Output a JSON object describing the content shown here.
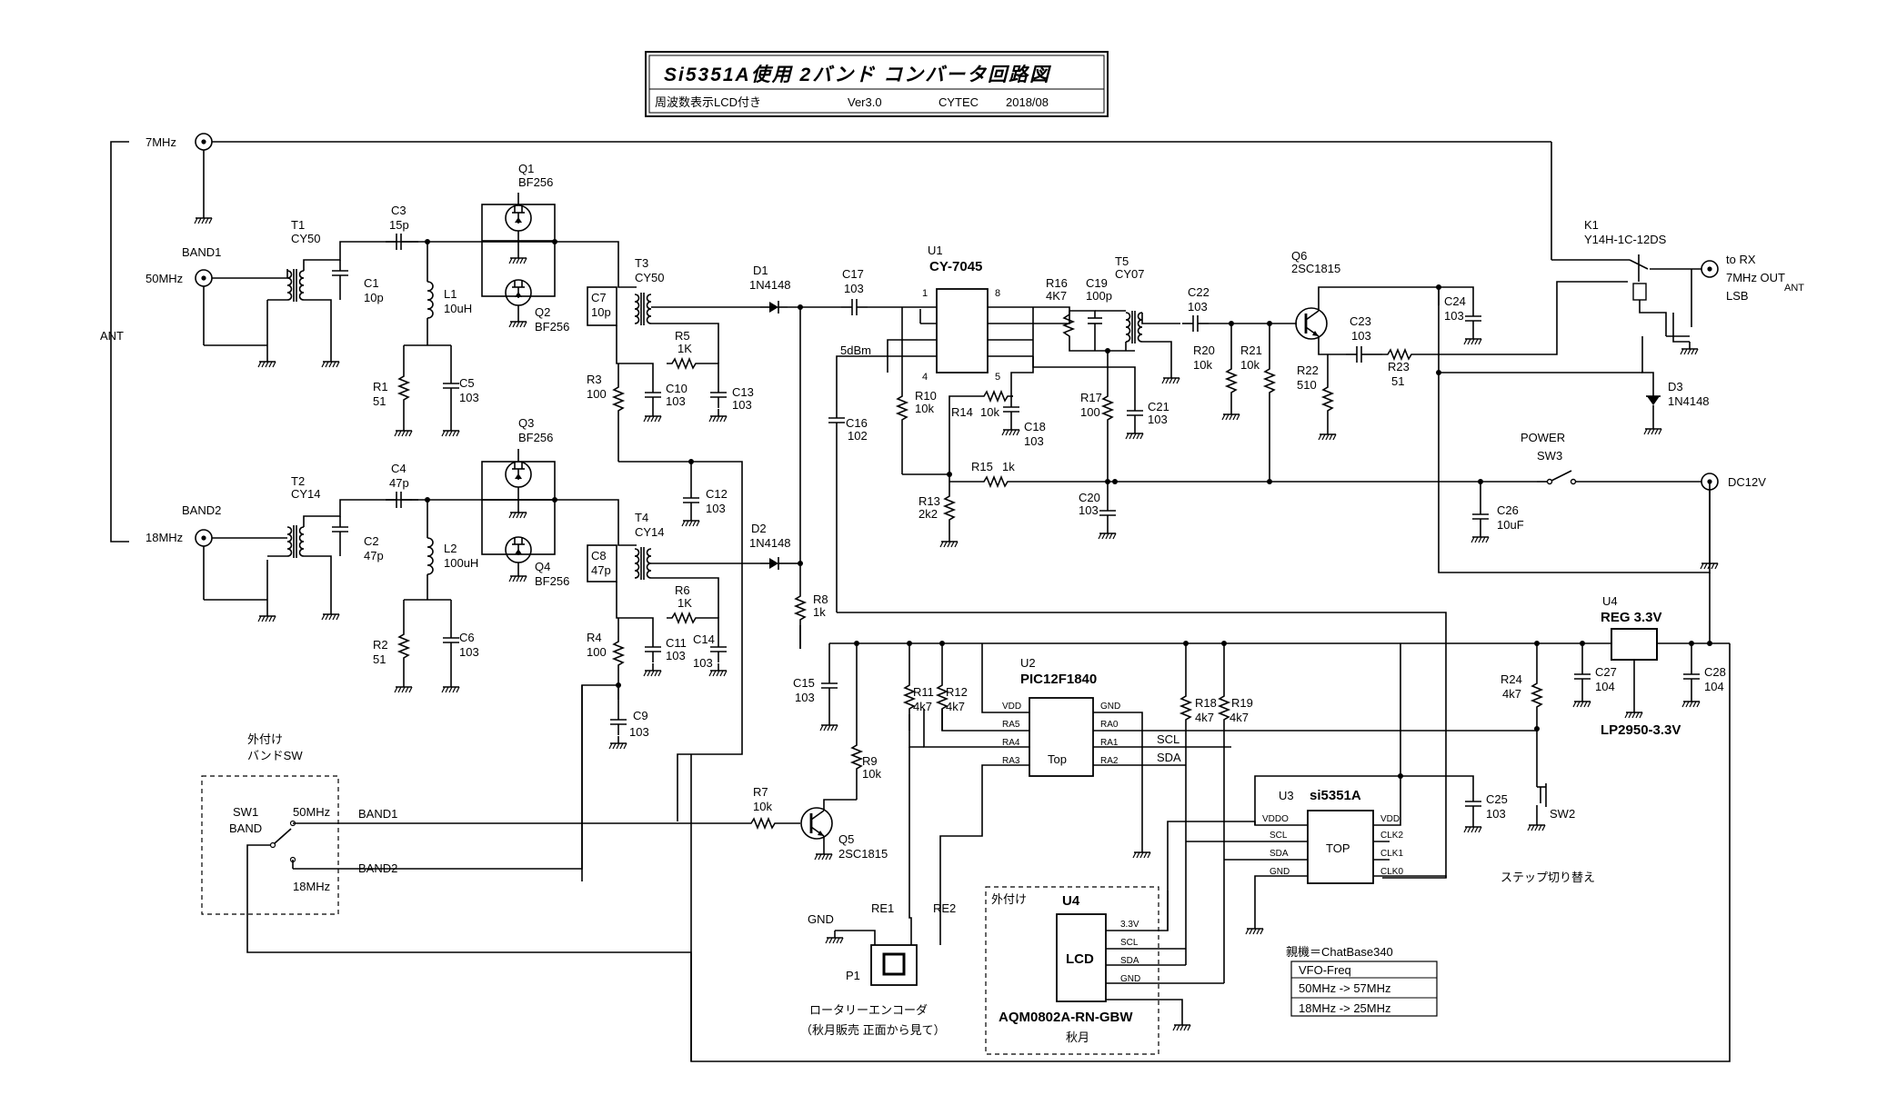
{
  "title_block": {
    "title": "Si5351A使用 2バンド コンバータ回路図",
    "subtitle": "周波数表示LCD付き",
    "version": "Ver3.0",
    "company": "CYTEC",
    "date": "2018/08"
  },
  "connectors": {
    "ant_label": "ANT",
    "p_7mhz": "7MHz",
    "p_50mhz": "50MHz",
    "p_18mhz": "18MHz",
    "band1": "BAND1",
    "band2": "BAND2",
    "to_rx": "to RX",
    "out_7mhz": "7MHz OUT",
    "lsb": "LSB",
    "ant_small": "ANT",
    "dc12v": "DC12V",
    "gnd": "GND",
    "level_5dbm": "5dBm"
  },
  "components": {
    "T1": [
      "T1",
      "CY50"
    ],
    "T2": [
      "T2",
      "CY14"
    ],
    "T3": [
      "T3",
      "CY50"
    ],
    "T4": [
      "T4",
      "CY14"
    ],
    "T5": [
      "T5",
      "CY07"
    ],
    "Q1": [
      "Q1",
      "BF256"
    ],
    "Q2": [
      "Q2",
      "BF256"
    ],
    "Q3": [
      "Q3",
      "BF256"
    ],
    "Q4": [
      "Q4",
      "BF256"
    ],
    "Q5": [
      "Q5",
      "2SC1815"
    ],
    "Q6": [
      "Q6",
      "2SC1815"
    ],
    "C1": [
      "C1",
      "10p"
    ],
    "C2": [
      "C2",
      "47p"
    ],
    "C3": [
      "C3",
      "15p"
    ],
    "C4": [
      "C4",
      "47p"
    ],
    "C5": [
      "C5",
      "103"
    ],
    "C6": [
      "C6",
      "103"
    ],
    "C7": [
      "C7",
      "10p"
    ],
    "C8": [
      "C8",
      "47p"
    ],
    "C9": [
      "C9",
      "103"
    ],
    "C10": [
      "C10",
      "103"
    ],
    "C11": [
      "C11",
      "103"
    ],
    "C12": [
      "C12",
      "103"
    ],
    "C13": [
      "C13",
      "103"
    ],
    "C14": [
      "C14",
      "103"
    ],
    "C15": [
      "C15",
      "103"
    ],
    "C16": [
      "C16",
      "102"
    ],
    "C17": [
      "C17",
      "103"
    ],
    "C18": [
      "C18",
      "103"
    ],
    "C19": [
      "C19",
      "100p"
    ],
    "C20": [
      "C20",
      "103"
    ],
    "C21": [
      "C21",
      "103"
    ],
    "C22": [
      "C22",
      "103"
    ],
    "C23": [
      "C23",
      "103"
    ],
    "C24": [
      "C24",
      "103"
    ],
    "C25": [
      "C25",
      "103"
    ],
    "C26": [
      "C26",
      "10uF"
    ],
    "C27": [
      "C27",
      "104"
    ],
    "C28": [
      "C28",
      "104"
    ],
    "L1": [
      "L1",
      "10uH"
    ],
    "L2": [
      "L2",
      "100uH"
    ],
    "R1": [
      "R1",
      "51"
    ],
    "R2": [
      "R2",
      "51"
    ],
    "R3": [
      "R3",
      "100"
    ],
    "R4": [
      "R4",
      "100"
    ],
    "R5": [
      "R5",
      "1K"
    ],
    "R6": [
      "R6",
      "1K"
    ],
    "R7": [
      "R7",
      "10k"
    ],
    "R8": [
      "R8",
      "1k"
    ],
    "R9": [
      "R9",
      "10k"
    ],
    "R10": [
      "R10",
      "10k"
    ],
    "R11": [
      "R11",
      "4k7"
    ],
    "R12": [
      "R12",
      "4k7"
    ],
    "R13": [
      "R13",
      "2k2"
    ],
    "R14": [
      "R14",
      "10k"
    ],
    "R15": [
      "R15",
      "1k"
    ],
    "R16": [
      "R16",
      "4K7"
    ],
    "R17": [
      "R17",
      "100"
    ],
    "R18": [
      "R18",
      "4k7"
    ],
    "R19": [
      "R19",
      "4k7"
    ],
    "R20": [
      "R20",
      "10k"
    ],
    "R21": [
      "R21",
      "10k"
    ],
    "R22": [
      "R22",
      "510"
    ],
    "R23": [
      "R23",
      "51"
    ],
    "R24": [
      "R24",
      "4k7"
    ],
    "D1": [
      "D1",
      "1N4148"
    ],
    "D2": [
      "D2",
      "1N4148"
    ],
    "D3": [
      "D3",
      "1N4148"
    ],
    "K1": [
      "K1",
      "Y14H-1C-12DS"
    ],
    "U1": [
      "U1",
      "CY-7045"
    ],
    "U2": [
      "U2",
      "PIC12F1840"
    ],
    "U3": [
      "U3",
      "si5351A"
    ],
    "U4R": [
      "U4",
      "REG 3.3V"
    ],
    "U4L": [
      "U4",
      "LCD"
    ],
    "SW1": [
      "SW1",
      "BAND"
    ],
    "SW2": [
      "SW2",
      ""
    ],
    "SW3": [
      "POWER",
      "SW3"
    ],
    "P1": [
      "P1",
      ""
    ],
    "RE1": [
      "RE1",
      ""
    ],
    "RE2": [
      "RE2",
      ""
    ]
  },
  "pins": {
    "u1_1": "1",
    "u1_4": "4",
    "u1_5": "5",
    "u1_8": "8",
    "pic_vdd": "VDD",
    "pic_gnd": "GND",
    "pic_ra5": "RA5",
    "pic_ra4": "RA4",
    "pic_ra3": "RA3",
    "pic_ra0": "RA0",
    "pic_ra1": "RA1",
    "pic_ra2": "RA2",
    "pic_top": "Top",
    "scl": "SCL",
    "sda": "SDA",
    "si_vddo": "VDDO",
    "si_scl": "SCL",
    "si_sda": "SDA",
    "si_gnd": "GND",
    "si_vdd": "VDD",
    "si_clk2": "CLK2",
    "si_clk1": "CLK1",
    "si_clk0": "CLK0",
    "si_top": "TOP",
    "lcd_33": "3.3V",
    "lcd_scl": "SCL",
    "lcd_sda": "SDA",
    "lcd_gnd": "GND"
  },
  "notes": {
    "ext_bandsw_1": "外付け",
    "ext_bandsw_2": "バンドSW",
    "sw1_50": "50MHz",
    "sw1_18": "18MHz",
    "band1_net": "BAND1",
    "band2_net": "BAND2",
    "ext_lcd": "外付け",
    "lcd_part": "AQM0802A-RN-GBW",
    "lcd_vendor": "秋月",
    "reg_part": "LP2950-3.3V",
    "step_sw": "ステップ切り替え",
    "encoder_1": "ロータリーエンコーダ",
    "encoder_2": "（秋月販売  正面から見て）",
    "parent_rig": "親機＝ChatBase340",
    "vfo_freq": "VFO-Freq",
    "map_50": "50MHz -> 57MHz",
    "map_18": "18MHz -> 25MHz"
  }
}
